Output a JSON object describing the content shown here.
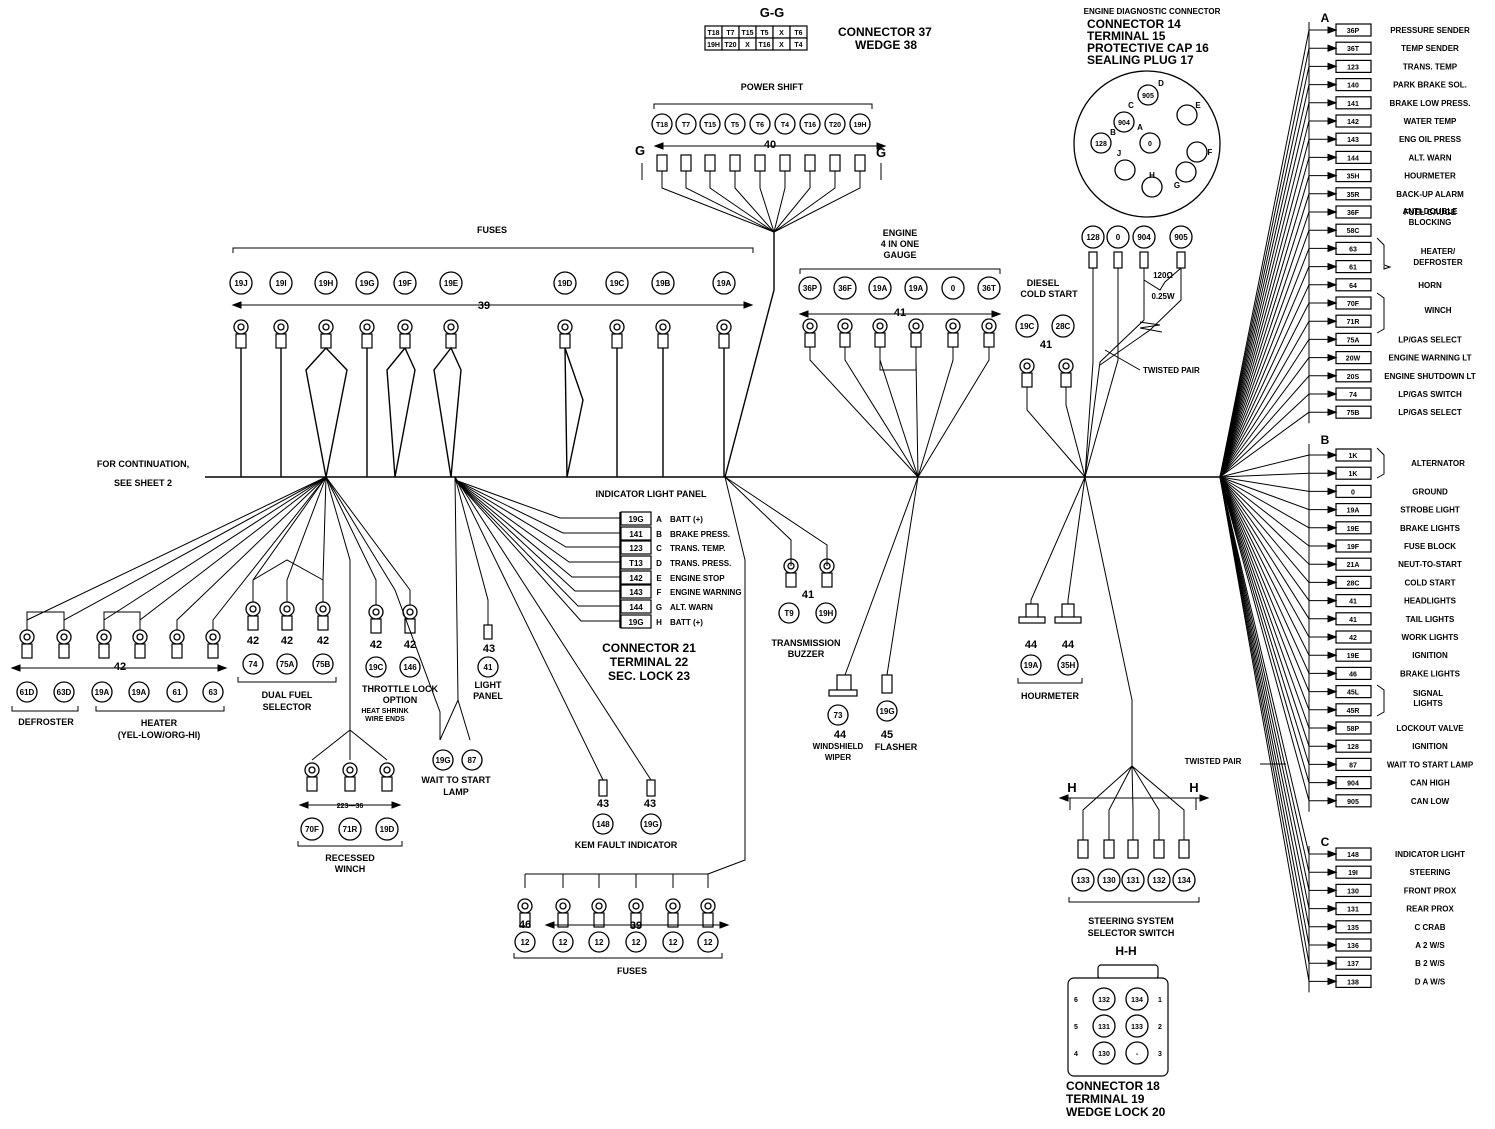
{
  "continuation_note": [
    "FOR CONTINUATION,",
    "SEE SHEET 2"
  ],
  "gg": {
    "title": "G-G",
    "row1": [
      "T18",
      "T7",
      "T15",
      "T5",
      "X",
      "T6"
    ],
    "row2": [
      "19H",
      "T20",
      "X",
      "T16",
      "X",
      "T4"
    ],
    "connector": "CONNECTOR 37",
    "wedge": "WEDGE 38"
  },
  "power_shift": {
    "title": "POWER SHIFT",
    "pins": [
      "T18",
      "T7",
      "T15",
      "T5",
      "T6",
      "T4",
      "T16",
      "T20",
      "19H"
    ],
    "ref": "40",
    "section_letter": "G"
  },
  "fuses_top": {
    "title": "FUSES",
    "pins": [
      "19J",
      "19I",
      "19H",
      "19G",
      "19F",
      "19E",
      "19D",
      "19C",
      "19B",
      "19A"
    ],
    "ref": "39"
  },
  "gauge": {
    "title": [
      "ENGINE",
      "4 IN ONE",
      "GAUGE"
    ],
    "pins": [
      "36P",
      "36F",
      "19A",
      "19A",
      "0",
      "36T"
    ],
    "ref": "41"
  },
  "diesel": {
    "title": [
      "DIESEL",
      "COLD START"
    ],
    "pins": [
      "19C",
      "28C"
    ],
    "ref": "41"
  },
  "edc": {
    "lines": [
      "ENGINE DIAGNOSTIC CONNECTOR",
      "CONNECTOR 14",
      "TERMINAL 15",
      "PROTECTIVE CAP 16",
      "SEALING PLUG 17"
    ],
    "pin_numbers": [
      "905",
      "904",
      "128",
      "0"
    ],
    "pin_letters": [
      "D",
      "C",
      "B",
      "A",
      "E",
      "F",
      "J",
      "H",
      "G"
    ],
    "wires": [
      "128",
      "0",
      "904",
      "905"
    ],
    "resistor": [
      "120Ω",
      "0.25W"
    ],
    "twisted_pair": "TWISTED PAIR"
  },
  "indicator_panel": {
    "title": "INDICATOR LIGHT PANEL",
    "rows": [
      {
        "wire": "19G",
        "pin": "A",
        "label": "BATT (+)"
      },
      {
        "wire": "141",
        "pin": "B",
        "label": "BRAKE PRESS."
      },
      {
        "wire": "123",
        "pin": "C",
        "label": "TRANS. TEMP."
      },
      {
        "wire": "T13",
        "pin": "D",
        "label": "TRANS. PRESS."
      },
      {
        "wire": "142",
        "pin": "E",
        "label": "ENGINE STOP"
      },
      {
        "wire": "143",
        "pin": "F",
        "label": "ENGINE WARNING"
      },
      {
        "wire": "144",
        "pin": "G",
        "label": "ALT. WARN"
      },
      {
        "wire": "19G",
        "pin": "H",
        "label": "BATT (+)"
      }
    ],
    "connector": "CONNECTOR 21",
    "terminal": "TERMINAL 22",
    "lock": "SEC. LOCK 23"
  },
  "transmission_buzzer": {
    "ref": "41",
    "pins": [
      "T9",
      "19H"
    ],
    "label": [
      "TRANSMISSION",
      "BUZZER"
    ]
  },
  "wiper": {
    "ref": "44",
    "pin": "73",
    "label": [
      "WINDSHIELD",
      "WIPER"
    ]
  },
  "flasher": {
    "ref": "45",
    "pin": "19G",
    "label": "FLASHER"
  },
  "hourmeter": {
    "refs": [
      "44",
      "44"
    ],
    "pins": [
      "19A",
      "35H"
    ],
    "label": "HOURMETER"
  },
  "defroster": {
    "pins": [
      "61D",
      "63D"
    ],
    "label": "DEFROSTER"
  },
  "heater": {
    "pins": [
      "19A",
      "19A",
      "61",
      "63"
    ],
    "label": [
      "HEATER",
      "(YEL-LOW/ORG-HI)"
    ]
  },
  "dual_fuel": {
    "refs": [
      "42",
      "42",
      "42"
    ],
    "pins": [
      "74",
      "75A",
      "75B"
    ],
    "label": [
      "DUAL FUEL",
      "SELECTOR"
    ]
  },
  "ref_42": "42",
  "throttle": {
    "refs": [
      "42",
      "42"
    ],
    "pins": [
      "19C",
      "146"
    ],
    "label": [
      "THROTTLE LOCK",
      "OPTION"
    ],
    "heat": [
      "HEAT SHRINK",
      "WIRE ENDS"
    ]
  },
  "light_panel": {
    "ref": "43",
    "pin": "41",
    "label": [
      "LIGHT",
      "PANEL"
    ]
  },
  "wait_lamp": {
    "pins": [
      "19G",
      "87"
    ],
    "label": [
      "WAIT TO START",
      "LAMP"
    ]
  },
  "recessed": {
    "pins": [
      "70F",
      "71R",
      "19D"
    ],
    "dim": "223—36",
    "label": [
      "RECESSED",
      "WINCH"
    ]
  },
  "kem": {
    "refs": [
      "43",
      "43"
    ],
    "pins": [
      "148",
      "19G"
    ],
    "label": "KEM FAULT INDICATOR"
  },
  "fuses_bottom": {
    "ref46": "46",
    "ref39": "39",
    "pins": [
      "12",
      "12",
      "12",
      "12",
      "12",
      "12"
    ],
    "label": "FUSES"
  },
  "steering": {
    "section": "H",
    "pins": [
      "133",
      "130",
      "131",
      "132",
      "134"
    ],
    "label": [
      "STEERING SYSTEM",
      "SELECTOR SWITCH"
    ],
    "hh_title": "H-H",
    "grid": [
      [
        "6",
        "132",
        "134",
        "1"
      ],
      [
        "5",
        "131",
        "133",
        "2"
      ],
      [
        "4",
        "130",
        "-",
        "3"
      ]
    ],
    "connector": "CONNECTOR 18",
    "terminal": "TERMINAL 19",
    "lock": "WEDGE LOCK 20"
  },
  "right_twisted": "TWISTED PAIR",
  "group_a": {
    "letter": "A",
    "rows": [
      {
        "w": "36P",
        "l": "PRESSURE SENDER"
      },
      {
        "w": "36T",
        "l": "TEMP SENDER"
      },
      {
        "w": "123",
        "l": "TRANS. TEMP"
      },
      {
        "w": "140",
        "l": "PARK BRAKE SOL."
      },
      {
        "w": "141",
        "l": "BRAKE LOW PRESS."
      },
      {
        "w": "142",
        "l": "WATER TEMP"
      },
      {
        "w": "143",
        "l": "ENG OIL PRESS"
      },
      {
        "w": "144",
        "l": "ALT. WARN"
      },
      {
        "w": "35H",
        "l": "HOURMETER"
      },
      {
        "w": "35R",
        "l": "BACK-UP ALARM"
      },
      {
        "w": "36F",
        "l": "FUEL GAUGE"
      },
      {
        "w": "58C",
        "l": ""
      },
      {
        "w": "63",
        "l": ""
      },
      {
        "w": "61",
        "l": ""
      },
      {
        "w": "64",
        "l": "HORN"
      },
      {
        "w": "70F",
        "l": ""
      },
      {
        "w": "71R",
        "l": ""
      },
      {
        "w": "75A",
        "l": "LP/GAS SELECT"
      },
      {
        "w": "20W",
        "l": "ENGINE WARNING LT"
      },
      {
        "w": "20S",
        "l": "ENGINE SHUTDOWN LT"
      },
      {
        "w": "74",
        "l": "LP/GAS SWITCH"
      },
      {
        "w": "75B",
        "l": "LP/GAS SELECT"
      }
    ],
    "antidouble": [
      "ANTI-DOUBLE",
      "BLOCKING"
    ],
    "heater": [
      "HEATER/",
      "DEFROSTER"
    ],
    "winch": "WINCH"
  },
  "group_b": {
    "letter": "B",
    "rows": [
      {
        "w": "1K",
        "l": ""
      },
      {
        "w": "1K",
        "l": ""
      },
      {
        "w": "0",
        "l": "GROUND"
      },
      {
        "w": "19A",
        "l": "STROBE LIGHT"
      },
      {
        "w": "19E",
        "l": "BRAKE LIGHTS"
      },
      {
        "w": "19F",
        "l": "FUSE BLOCK"
      },
      {
        "w": "21A",
        "l": "NEUT-TO-START"
      },
      {
        "w": "28C",
        "l": "COLD START"
      },
      {
        "w": "41",
        "l": "HEADLIGHTS"
      },
      {
        "w": "41",
        "l": "TAIL LIGHTS"
      },
      {
        "w": "42",
        "l": "WORK LIGHTS"
      },
      {
        "w": "19E",
        "l": "IGNITION"
      },
      {
        "w": "46",
        "l": "BRAKE LIGHTS"
      },
      {
        "w": "45L",
        "l": ""
      },
      {
        "w": "45R",
        "l": ""
      },
      {
        "w": "58P",
        "l": "LOCKOUT VALVE"
      },
      {
        "w": "128",
        "l": "IGNITION"
      },
      {
        "w": "87",
        "l": "WAIT TO START LAMP"
      },
      {
        "w": "904",
        "l": "CAN HIGH"
      },
      {
        "w": "905",
        "l": "CAN LOW"
      }
    ],
    "alternator": "ALTERNATOR",
    "signal": [
      "SIGNAL",
      "LIGHTS"
    ]
  },
  "group_c": {
    "letter": "C",
    "rows": [
      {
        "w": "148",
        "l": "INDICATOR LIGHT"
      },
      {
        "w": "19I",
        "l": "STEERING"
      },
      {
        "w": "130",
        "l": "FRONT PROX"
      },
      {
        "w": "131",
        "l": "REAR PROX"
      },
      {
        "w": "135",
        "l": "C CRAB"
      },
      {
        "w": "136",
        "l": "A 2 W/S"
      },
      {
        "w": "137",
        "l": "B 2 W/S"
      },
      {
        "w": "138",
        "l": "D A W/S"
      }
    ]
  }
}
